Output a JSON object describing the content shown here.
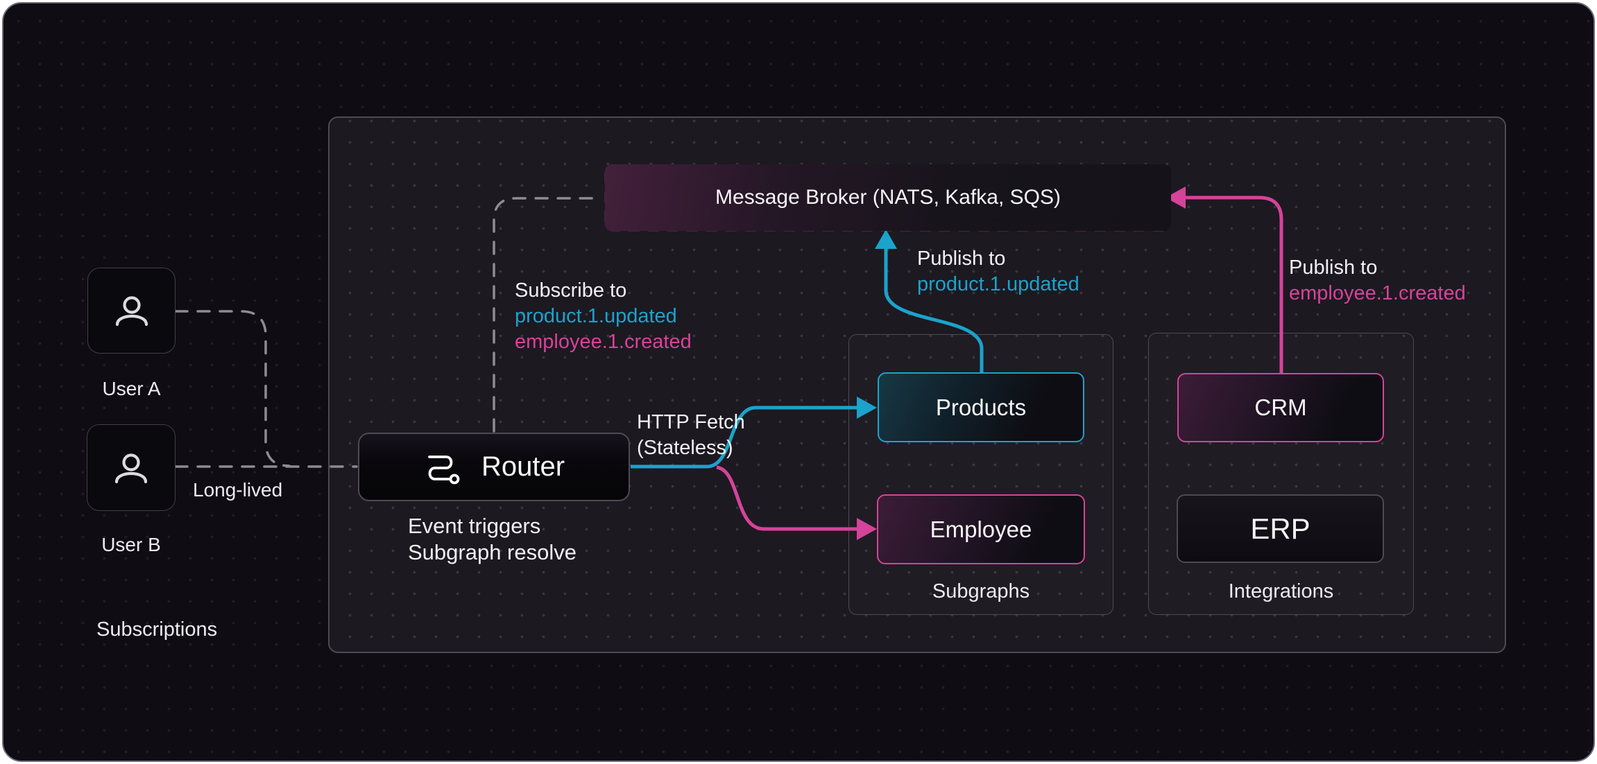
{
  "palette": {
    "teal": "#1ba3cb",
    "pink": "#d6439a",
    "broker_border": "#cf4689",
    "dashed_gray": "#8d8c92"
  },
  "left_panel": {
    "user_a_label": "User A",
    "user_b_label": "User B",
    "long_lived_label": "Long-lived",
    "subscriptions_label": "Subscriptions"
  },
  "broker": {
    "label": "Message Broker (NATS, Kafka, SQS)"
  },
  "router": {
    "label": "Router",
    "caption_line1": "Event triggers",
    "caption_line2": "Subgraph resolve"
  },
  "annotations": {
    "subscribe": {
      "line1": "Subscribe to",
      "line2": "product.1.updated",
      "line3": "employee.1.created"
    },
    "http_fetch": {
      "line1": "HTTP Fetch",
      "line2": "(Stateless)"
    },
    "publish_product": {
      "line1": "Publish to",
      "line2": "product.1.updated"
    },
    "publish_employee": {
      "line1": "Publish to",
      "line2": "employee.1.created"
    }
  },
  "subgraphs": {
    "title": "Subgraphs",
    "nodes": [
      {
        "label": "Products"
      },
      {
        "label": "Employee"
      }
    ]
  },
  "integrations": {
    "title": "Integrations",
    "nodes": [
      {
        "label": "CRM"
      },
      {
        "label": "ERP"
      }
    ]
  }
}
